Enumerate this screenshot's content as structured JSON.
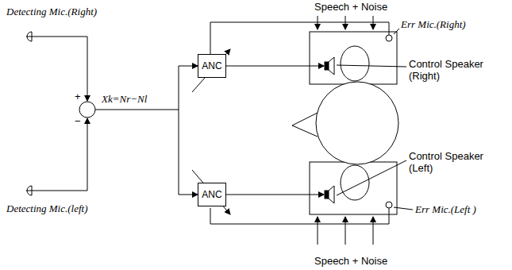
{
  "diagram": {
    "nodes": [
      {
        "text": [
          "ANC"
        ]
      },
      {
        "text": [
          "ANC"
        ]
      }
    ],
    "labels": [
      "Speech + Noise",
      "Detecting Mic.(Right)",
      "Err Mic.(Right)",
      "+",
      "Xk=Nr−Nl",
      "−",
      "Control Speaker (Right)",
      "Control Speaker (Left)",
      "Detecting Mic.(left)",
      "Err Mic.(Left )",
      "Speech + Noise"
    ]
  }
}
